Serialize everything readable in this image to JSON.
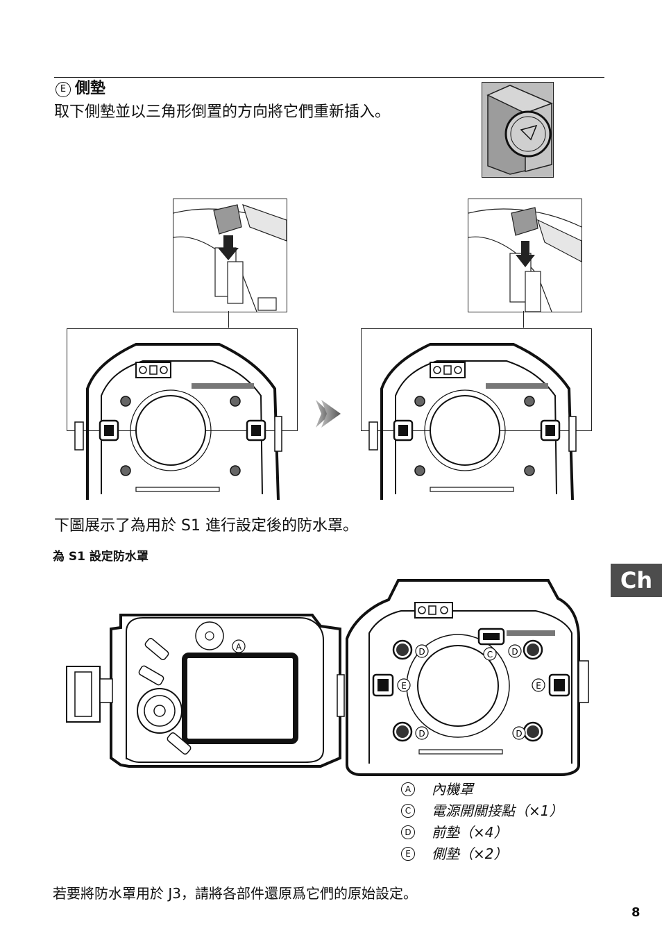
{
  "section": {
    "marker": "E",
    "title": "側墊",
    "instruction": "取下側墊並以三角形倒置的方向將它們重新插入。"
  },
  "body_text": "下圖展示了為用於 S1 進行設定後的防水罩。",
  "subheading": "為 S1 設定防水罩",
  "chapter_tab": "Ch",
  "diagram_labels": {
    "a": "A",
    "c": "C",
    "d": "D",
    "e": "E"
  },
  "legend": [
    {
      "marker": "A",
      "text": "內機罩"
    },
    {
      "marker": "C",
      "text": "電源開關接點（×1）"
    },
    {
      "marker": "D",
      "text": "前墊（×4）"
    },
    {
      "marker": "E",
      "text": "側墊（×2）"
    }
  ],
  "footer_text": "若要將防水罩用於 J3，請將各部件還原爲它們的原始設定。",
  "page_number": "8"
}
